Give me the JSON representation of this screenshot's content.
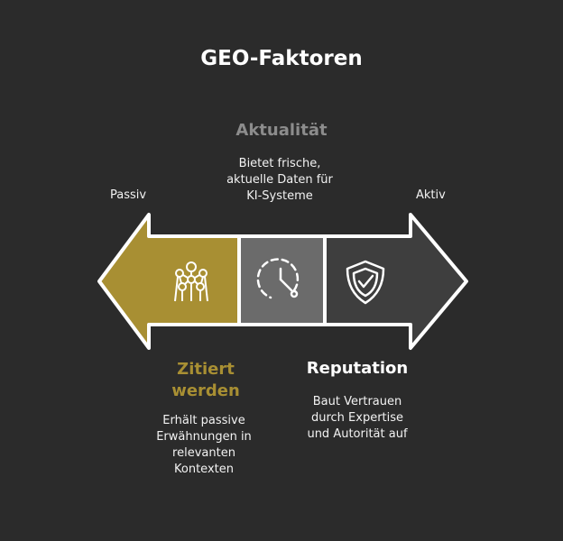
{
  "title": "GEO-Faktoren",
  "axis": {
    "left": "Passiv",
    "right": "Aktiv"
  },
  "factors": [
    {
      "title": "Aktualität",
      "description": [
        "Bietet frische,",
        "aktuelle Daten für",
        "KI-Systeme"
      ],
      "color": "#8c8c8c",
      "icon": "clock-icon"
    },
    {
      "title": [
        "Zitiert",
        "werden"
      ],
      "description": [
        "Erhält passive",
        "Erwähnungen in",
        "relevanten",
        "Kontexten"
      ],
      "color": "#a88f33",
      "icon": "atomium-icon"
    },
    {
      "title": "Reputation",
      "description": [
        "Baut Vertrauen",
        "durch Expertise",
        "und Autorität auf"
      ],
      "color": "#ffffff",
      "icon": "shield-check-icon"
    }
  ],
  "colors": {
    "background": "#2b2b2b",
    "gold": "#a88f33",
    "gray": "#6b6b6b",
    "dark": "#3e3e3e",
    "outline": "#ffffff"
  }
}
